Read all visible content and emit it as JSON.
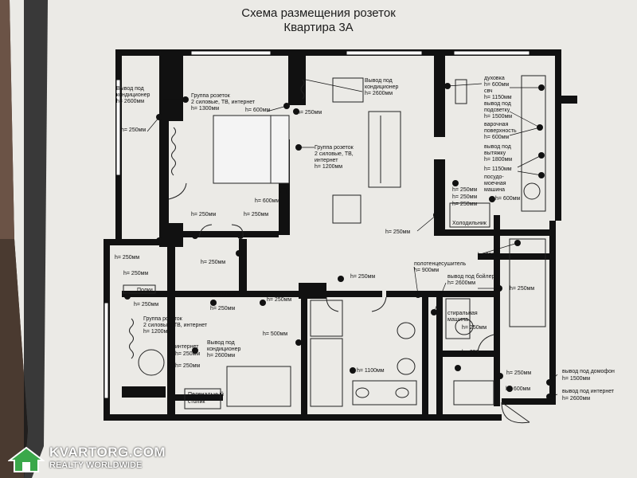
{
  "title": {
    "line1": "Схема размещения розеток",
    "line2": "Квартира 3А"
  },
  "plan": {
    "labels": [
      {
        "id": "l1",
        "text": "Вывод под"
      },
      {
        "id": "l2",
        "text": "кондиционер"
      },
      {
        "id": "l3",
        "text": "h= 2600мм"
      },
      {
        "id": "l4",
        "text": "Группа розеток"
      },
      {
        "id": "l5",
        "text": "2 силовые, ТВ, интернет"
      },
      {
        "id": "l6",
        "text": "h= 1300мм"
      },
      {
        "id": "l7",
        "text": "h= 600мм"
      },
      {
        "id": "l8",
        "text": "h= 250мм"
      },
      {
        "id": "l9",
        "text": "h= 250мм"
      },
      {
        "id": "l10",
        "text": "Вывод под"
      },
      {
        "id": "l11",
        "text": "кондиционер"
      },
      {
        "id": "l12",
        "text": "h= 2600мм"
      },
      {
        "id": "l13",
        "text": "Группа розеток"
      },
      {
        "id": "l14",
        "text": "2 силовые, ТВ,"
      },
      {
        "id": "l15",
        "text": "интернет"
      },
      {
        "id": "l16",
        "text": "h= 1200мм"
      },
      {
        "id": "l17",
        "text": "h= 600мм"
      },
      {
        "id": "l18",
        "text": "h= 250мм"
      },
      {
        "id": "l19",
        "text": "h= 250мм"
      },
      {
        "id": "l20",
        "text": "h= 250мм"
      },
      {
        "id": "l21",
        "text": "h= 250мм"
      },
      {
        "id": "l22",
        "text": "h= 250мм"
      },
      {
        "id": "l23",
        "text": "h= 250мм"
      },
      {
        "id": "l24",
        "text": "духовка"
      },
      {
        "id": "l25",
        "text": "h= 600мм"
      },
      {
        "id": "l26",
        "text": "свч"
      },
      {
        "id": "l27",
        "text": "h= 1150мм"
      },
      {
        "id": "l28",
        "text": "вывод под"
      },
      {
        "id": "l29",
        "text": "подсветку"
      },
      {
        "id": "l30",
        "text": "h= 1500мм"
      },
      {
        "id": "l31",
        "text": "варочная"
      },
      {
        "id": "l32",
        "text": "поверхность"
      },
      {
        "id": "l33",
        "text": "h= 600мм"
      },
      {
        "id": "l34",
        "text": "вывод под"
      },
      {
        "id": "l35",
        "text": "вытяжку"
      },
      {
        "id": "l36",
        "text": "h= 1800мм"
      },
      {
        "id": "l37",
        "text": "h= 1150мм"
      },
      {
        "id": "l38",
        "text": "посудо-"
      },
      {
        "id": "l39",
        "text": "моечная"
      },
      {
        "id": "l40",
        "text": "машина"
      },
      {
        "id": "l41",
        "text": "h= 600мм"
      },
      {
        "id": "l42",
        "text": "h= 250мм"
      },
      {
        "id": "l43",
        "text": "h= 250мм"
      },
      {
        "id": "l44",
        "text": "Холодильник"
      },
      {
        "id": "l45",
        "text": "h= 250мм"
      },
      {
        "id": "l46",
        "text": "h= 250мм"
      },
      {
        "id": "l47",
        "text": "h= 250мм"
      },
      {
        "id": "l48",
        "text": "h= 250мм"
      },
      {
        "id": "l49",
        "text": "полотенцесушитель"
      },
      {
        "id": "l50",
        "text": "h= 900мм"
      },
      {
        "id": "l51",
        "text": "вывод под бойлер"
      },
      {
        "id": "l52",
        "text": "h= 2600мм"
      },
      {
        "id": "l53",
        "text": "h= 250мм"
      },
      {
        "id": "l54",
        "text": "Полки"
      },
      {
        "id": "l55",
        "text": "h= 250мм"
      },
      {
        "id": "l56",
        "text": "h= 250мм"
      },
      {
        "id": "l57",
        "text": "h= 250мм"
      },
      {
        "id": "l58",
        "text": "Группа розеток"
      },
      {
        "id": "l59",
        "text": "2 силовые, ТВ, интернет"
      },
      {
        "id": "l60",
        "text": "h= 1200мм"
      },
      {
        "id": "l61",
        "text": "h= 500мм"
      },
      {
        "id": "l62",
        "text": "Вывод под"
      },
      {
        "id": "l63",
        "text": "кондиционер"
      },
      {
        "id": "l64",
        "text": "h= 2600мм"
      },
      {
        "id": "l65",
        "text": "интернет"
      },
      {
        "id": "l66",
        "text": "h= 250мм"
      },
      {
        "id": "l67",
        "text": "h= 250мм"
      },
      {
        "id": "l68",
        "text": "Пеленальный"
      },
      {
        "id": "l69",
        "text": "столик"
      },
      {
        "id": "l70",
        "text": "h= 1100мм"
      },
      {
        "id": "l71",
        "text": "стиральная"
      },
      {
        "id": "l72",
        "text": "машина"
      },
      {
        "id": "l73",
        "text": "h= 250мм"
      },
      {
        "id": "l74",
        "text": "h= 250мм"
      },
      {
        "id": "l75",
        "text": "h= 600мм"
      },
      {
        "id": "l76",
        "text": "h= 250мм"
      },
      {
        "id": "l77",
        "text": "вывод под домофон"
      },
      {
        "id": "l78",
        "text": "h= 1500мм"
      },
      {
        "id": "l79",
        "text": "вывод под интернет"
      },
      {
        "id": "l80",
        "text": "h= 2600мм"
      }
    ]
  },
  "watermark": {
    "line1": "KVARTORG.COM",
    "line2": "REALTY WORLDWIDE"
  },
  "colors": {
    "paper": "#e9e8e4",
    "wall": "#111111",
    "background": "#3a2a22",
    "watermark_green": "#3aa84a"
  }
}
